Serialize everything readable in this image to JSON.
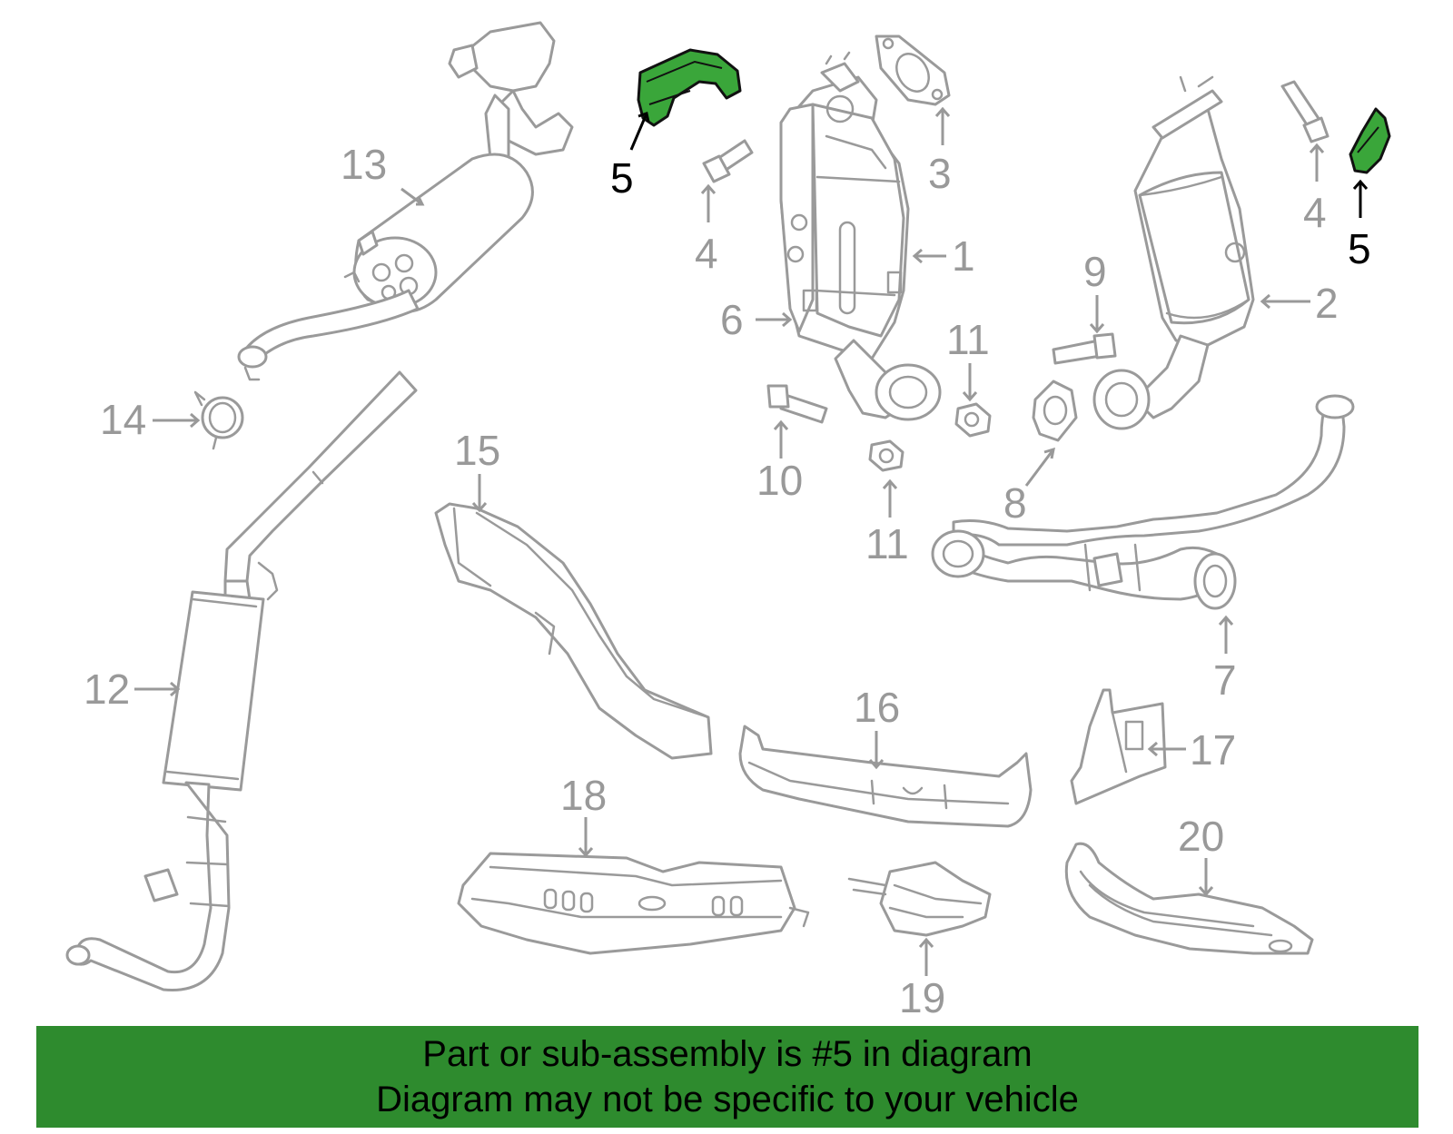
{
  "callouts": {
    "c1": "1",
    "c2": "2",
    "c3": "3",
    "c4a": "4",
    "c4b": "4",
    "c5a": "5",
    "c5b": "5",
    "c6": "6",
    "c7": "7",
    "c8": "8",
    "c9": "9",
    "c10": "10",
    "c11a": "11",
    "c11b": "11",
    "c12": "12",
    "c13": "13",
    "c14": "14",
    "c15": "15",
    "c16": "16",
    "c17": "17",
    "c18": "18",
    "c19": "19",
    "c20": "20"
  },
  "banner": {
    "line1": "Part or sub-assembly is #5 in diagram",
    "line2": "Diagram may not be specific to your vehicle"
  },
  "colors": {
    "highlight": "#3aa63a",
    "banner": "#2e8b2e",
    "line": "#9a9a9a"
  }
}
